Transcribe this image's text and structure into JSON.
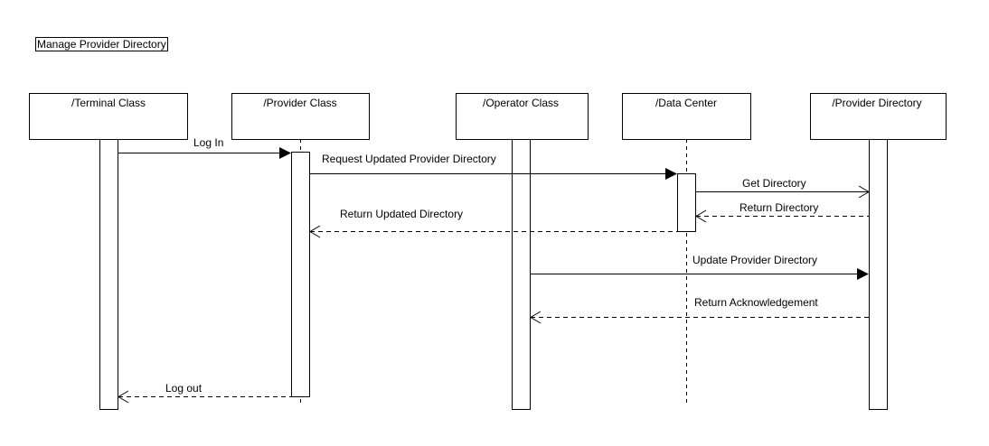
{
  "frame": {
    "title": "Manage Provider Directory"
  },
  "lifelines": [
    {
      "id": "terminal",
      "label": "/Terminal Class"
    },
    {
      "id": "provider_class",
      "label": "/Provider Class"
    },
    {
      "id": "operator",
      "label": "/Operator Class"
    },
    {
      "id": "data_center",
      "label": "/Data Center"
    },
    {
      "id": "provider_directory",
      "label": "/Provider Directory"
    }
  ],
  "messages": [
    {
      "label": "Log In",
      "from": "terminal",
      "to": "provider_class",
      "kind": "sync"
    },
    {
      "label": "Request Updated Provider Directory",
      "from": "provider_class",
      "to": "data_center",
      "kind": "sync"
    },
    {
      "label": "Get Directory",
      "from": "data_center",
      "to": "provider_directory",
      "kind": "async"
    },
    {
      "label": "Return Directory",
      "from": "provider_directory",
      "to": "data_center",
      "kind": "reply"
    },
    {
      "label": "Return Updated Directory",
      "from": "data_center",
      "to": "provider_class",
      "kind": "reply"
    },
    {
      "label": "Update Provider Directory",
      "from": "operator",
      "to": "provider_directory",
      "kind": "sync"
    },
    {
      "label": "Return Acknowledgement",
      "from": "provider_directory",
      "to": "operator",
      "kind": "reply"
    },
    {
      "label": "Log out",
      "from": "provider_class",
      "to": "terminal",
      "kind": "reply"
    }
  ]
}
